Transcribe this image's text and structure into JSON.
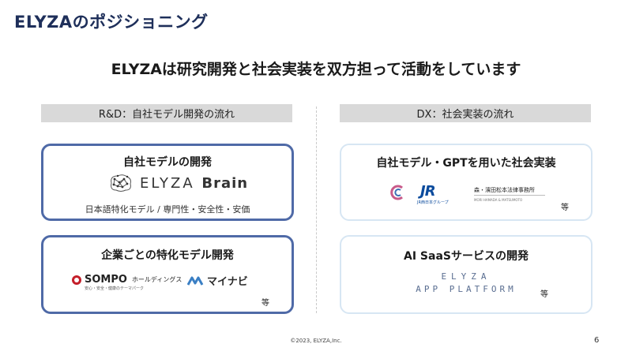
{
  "slide": {
    "title": "ELYZAのポジショニング",
    "headline": "ELYZAは研究開発と社会実装を双方担って活動をしています",
    "footer": "©2023, ELYZA,Inc.",
    "page_number": "6"
  },
  "left_column": {
    "header": "R&D：自社モデル開発の流れ",
    "card1": {
      "title": "自社モデルの開発",
      "logo_name": "ELYZA",
      "logo_product": "Brain",
      "subtitle": "日本語特化モデル / 専門性・安全性・安価"
    },
    "card2": {
      "title": "企業ごとの特化モデル開発",
      "sompo_name": "SOMPO",
      "sompo_sub": "ホールディングス",
      "sompo_tag": "安心・安全・健康のテーマパーク",
      "mynavi_name": "マイナビ",
      "etc": "等"
    }
  },
  "right_column": {
    "header": "DX：社会実装の流れ",
    "card1": {
      "title": "自社モデル・GPTを用いた社会実装",
      "jr_mark": "JR",
      "jr_sub": "JR西日本グループ",
      "law_name": "森・濱田松本法律事務所",
      "law_sub": "MORI HAMADA & MATSUMOTO",
      "etc": "等"
    },
    "card2": {
      "title": "AI SaaSサービスの開発",
      "app_line1": "ELYZA",
      "app_line2": "APP PLATFORM",
      "etc": "等"
    }
  },
  "colors": {
    "title_navy": "#1e2f5a",
    "left_card_border": "#4f6aa7",
    "right_card_border": "#d7e6f3",
    "header_bar": "#d9d9d9",
    "sompo_red": "#c41f2a",
    "jr_blue": "#0b4b9d"
  }
}
